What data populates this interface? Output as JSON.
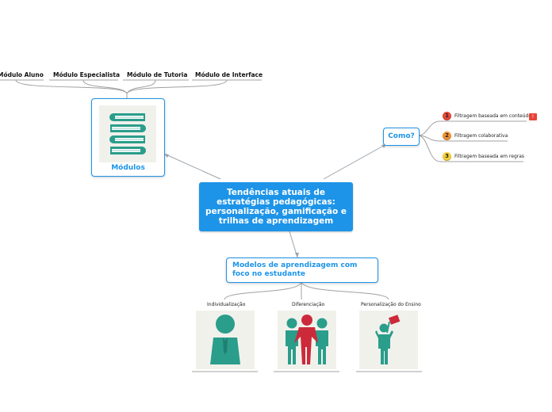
{
  "central": {
    "title": "Tendências atuais de estratégias pedagógicas: personalização, gamificação e trilhas de aprendizagem"
  },
  "modulos": {
    "title": "Módulos",
    "icon": "books-icon",
    "children": [
      "Módulo Aluno",
      "Módulo Especialista",
      "Módulo de Tutoria",
      "Módulo de Interface"
    ]
  },
  "como": {
    "title": "Como?",
    "items": [
      {
        "number": "1",
        "label": "Filtragem baseada em conteúdo",
        "color": "#e8473a"
      },
      {
        "number": "2",
        "label": "Filtragem colaborativa",
        "color": "#f19433"
      },
      {
        "number": "3",
        "label": "Filtragem baseada em regras",
        "color": "#f5d13b"
      }
    ]
  },
  "modelos": {
    "title": "Modelos de aprendizagem com foco no estudante",
    "children": [
      {
        "label": "Individualização",
        "icon": "person-icon"
      },
      {
        "label": "Diferenciação",
        "icon": "group-icon"
      },
      {
        "label": "Personalização do Ensino",
        "icon": "person-flag-icon"
      }
    ]
  },
  "colors": {
    "accent": "#1d94e8",
    "teal": "#2a9d8b",
    "red": "#cc2a3a",
    "line": "#a0a0a0"
  }
}
